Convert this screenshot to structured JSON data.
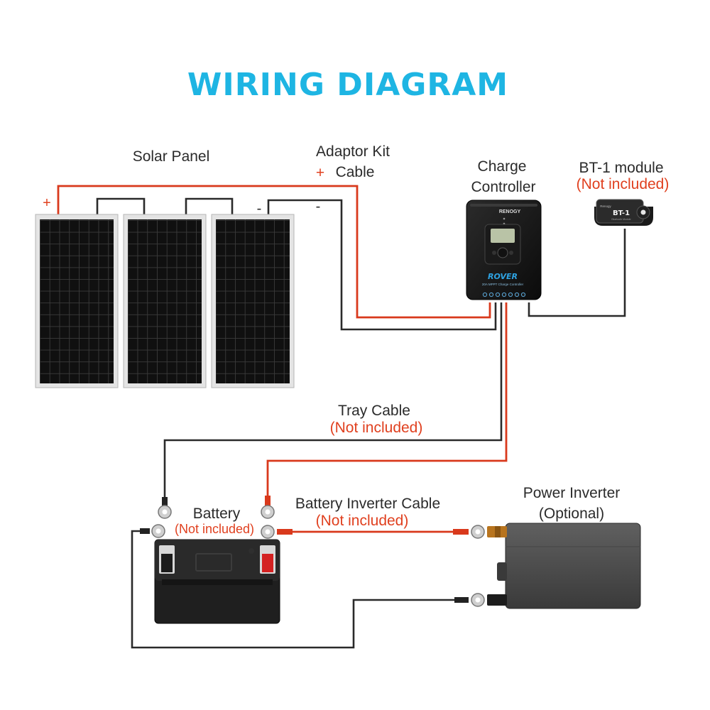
{
  "title": "WIRING DIAGRAM",
  "labels": {
    "solar_panel": "Solar Panel",
    "adaptor_kit_line1": "Adaptor Kit",
    "adaptor_kit_plus": "+",
    "adaptor_kit_line2": "Cable",
    "adaptor_kit_minus": "-",
    "charge_controller_line1": "Charge",
    "charge_controller_line2": "Controller",
    "bt1_module": "BT-1 module",
    "bt1_not_included": "(Not included)",
    "tray_cable": "Tray Cable",
    "tray_cable_not_included": "(Not included)",
    "battery": "Battery",
    "battery_not_included": "(Not included)",
    "battery_inverter_cable": "Battery Inverter Cable",
    "battery_inverter_cable_not_included": "(Not included)",
    "power_inverter_line1": "Power Inverter",
    "power_inverter_line2": "(Optional)"
  },
  "panel_signs": {
    "positive": "+",
    "negative": "-"
  },
  "device_text": {
    "controller_brand": "RENOGY",
    "controller_model": "ROVER",
    "controller_subtitle": "20A MPPT Charge Controller",
    "bt1_brand": "Renogy",
    "bt1_name": "BT-1",
    "bt1_subtitle": "Bluetooth Module"
  },
  "colors": {
    "title": "#1eb5e3",
    "not_included_text": "#e0401f",
    "positive_wire": "#d9391c",
    "negative_wire": "#2a2a2a"
  }
}
